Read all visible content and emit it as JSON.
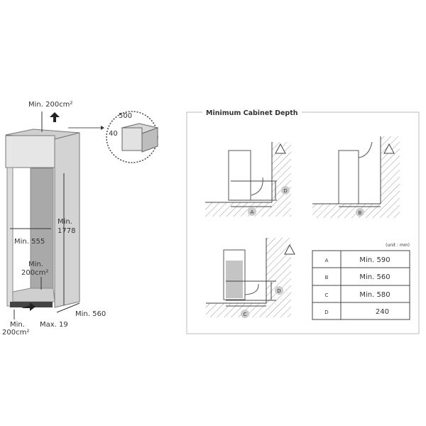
{
  "installation": {
    "top_vent": "Min. 200cm²",
    "detail_width": "500",
    "detail_height": "40",
    "height": [
      "Min.",
      "1778"
    ],
    "width": "Min. 555",
    "back_vent": [
      "Min.",
      "200cm²"
    ],
    "depth": "Min. 560",
    "plinth_gap": "Max. 19",
    "bottom_vent": [
      "Min.",
      "200cm²"
    ]
  },
  "cabinet_depth": {
    "title": "Minimum Cabinet Depth",
    "diagram_labels": [
      "A",
      "B",
      "C",
      "D"
    ],
    "unit_note": "(unit : mm)",
    "table": [
      {
        "key": "A",
        "value": "Min. 590"
      },
      {
        "key": "B",
        "value": "Min. 560"
      },
      {
        "key": "C",
        "value": "Min. 580"
      },
      {
        "key": "D",
        "value": "240"
      }
    ]
  }
}
